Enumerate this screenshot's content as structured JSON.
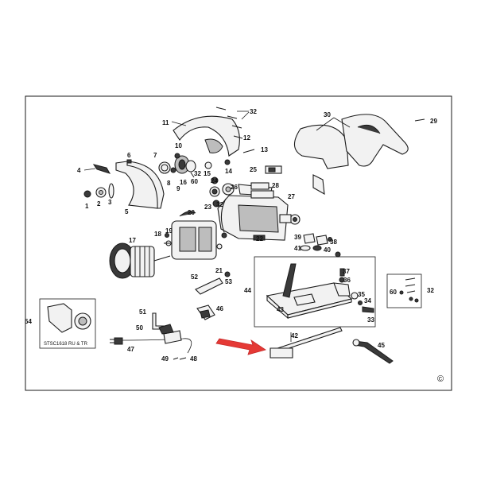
{
  "diagram": {
    "kit_caption": "STSC1618 RU & TR",
    "copyright_symbol": "©",
    "highlight_arrow_color": "#e53935",
    "line_color": "#1a1a1a",
    "callouts": {
      "c1": "1",
      "c2": "2",
      "c3": "3",
      "c4": "4",
      "c5": "5",
      "c6": "6",
      "c7": "7",
      "c8": "8",
      "c9": "9",
      "c10": "10",
      "c11": "11",
      "c12": "12",
      "c13": "13",
      "c14": "14",
      "c15": "15",
      "c16": "16",
      "c17": "17",
      "c18": "18",
      "c19": "19",
      "c20": "20",
      "c21": "21",
      "c22": "22",
      "c23": "23",
      "c24": "24",
      "c25": "25",
      "c26": "26",
      "c27": "27",
      "c28": "28",
      "c29": "29",
      "c30": "30",
      "c32a": "32",
      "c32b": "32",
      "c32c": "32",
      "c32d": "32",
      "c33": "33",
      "c34": "34",
      "c35": "35",
      "c36": "36",
      "c37": "37",
      "c38": "38",
      "c39": "39",
      "c40": "40",
      "c41": "41",
      "c42": "42",
      "c43": "43",
      "c44": "44",
      "c45": "45",
      "c46": "46",
      "c47": "47",
      "c48": "48",
      "c49": "49",
      "c50": "50",
      "c51": "51",
      "c52": "52",
      "c53": "53",
      "c54": "54",
      "c60a": "60",
      "c60b": "60"
    }
  }
}
